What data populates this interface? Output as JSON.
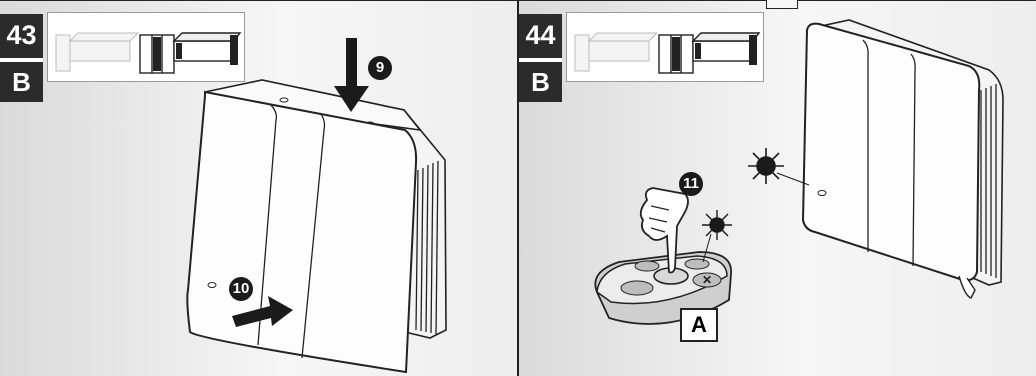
{
  "panels": [
    {
      "step": "43",
      "variant": "B",
      "callouts": [
        "9",
        "10"
      ]
    },
    {
      "step": "44",
      "variant": "B",
      "callouts": [
        "11"
      ],
      "part_label": "A"
    }
  ],
  "colors": {
    "panel_header": "#2b2b2b",
    "background": "#e9e9e9",
    "ink": "#1b1b1b"
  },
  "icons": [
    "arrow-down-icon",
    "arrow-right-icon",
    "pointing-hand-icon",
    "led-blink-icon",
    "remote-control-icon",
    "ventilation-unit-icon"
  ]
}
